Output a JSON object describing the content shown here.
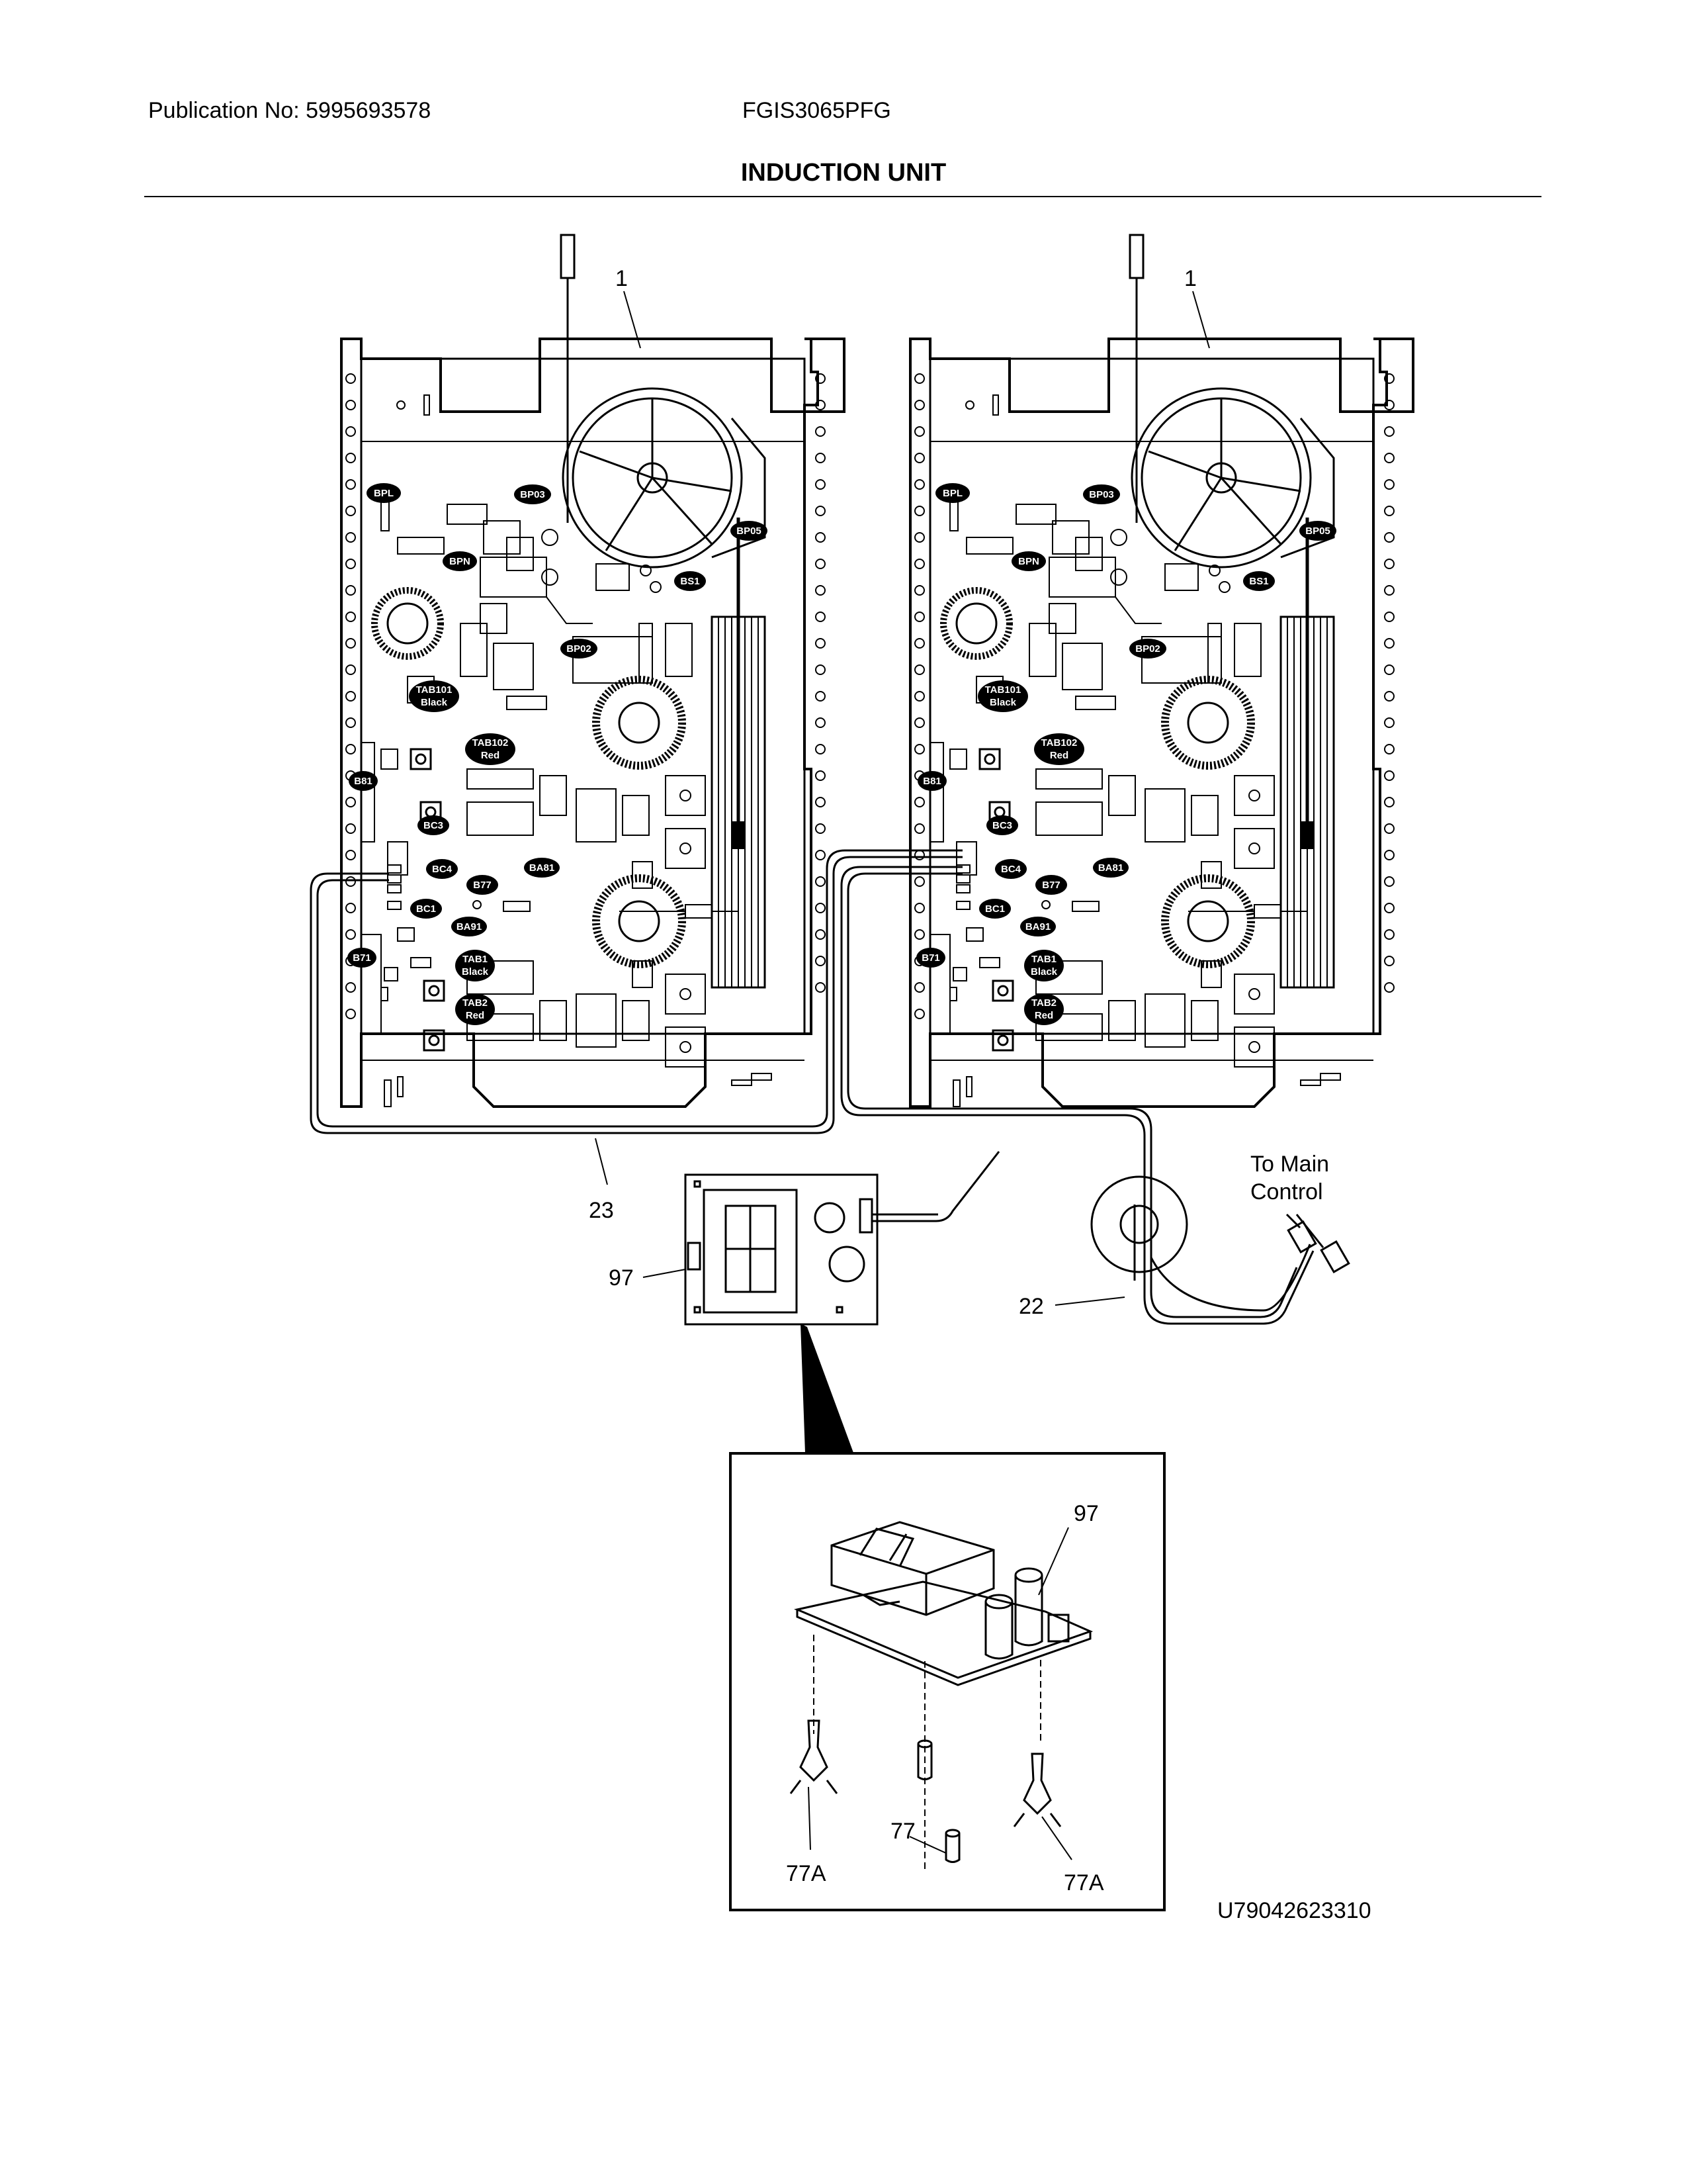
{
  "header": {
    "publication": "Publication No: 5995693578",
    "model": "FGIS3065PFG",
    "title": "INDUCTION UNIT"
  },
  "callouts": {
    "fan_left": "1",
    "fan_right": "1",
    "harness_23": "23",
    "harness_22": "22",
    "board_97": "97",
    "detail_97": "97",
    "standoff_77": "77",
    "support_77a_left": "77A",
    "support_77a_right": "77A",
    "to_main_line1": "To Main",
    "to_main_line2": "Control"
  },
  "badges": {
    "bpl": "BPL",
    "bp03": "BP03",
    "bpn": "BPN",
    "bp05": "BP05",
    "bs1": "BS1",
    "bp02": "BP02",
    "tab101_a": "TAB101",
    "tab101_b": "Black",
    "tab102_a": "TAB102",
    "tab102_b": "Red",
    "b81": "B81",
    "bc3": "BC3",
    "bc4": "BC4",
    "b77": "B77",
    "ba81": "BA81",
    "bc1": "BC1",
    "ba91": "BA91",
    "b71": "B71",
    "tab1_a": "TAB1",
    "tab1_b": "Black",
    "tab2_a": "TAB2",
    "tab2_b": "Red"
  },
  "footer": {
    "ref_code": "U79042623310"
  }
}
